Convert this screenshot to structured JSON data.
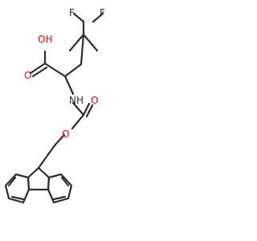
{
  "molecule": {
    "atom_labels": {
      "hydroxyl": "OH",
      "carboxyl_oxygen": "O",
      "carbamate_carbonyl_oxygen": "O",
      "carbamate_ester_oxygen": "O",
      "amine_nitrogen": "NH",
      "fluorine_left": "F",
      "fluorine_right": "F"
    },
    "colors": {
      "bond": "#2e2e2e",
      "label": "#2e2e2e",
      "hetero": "#ff0000"
    }
  }
}
